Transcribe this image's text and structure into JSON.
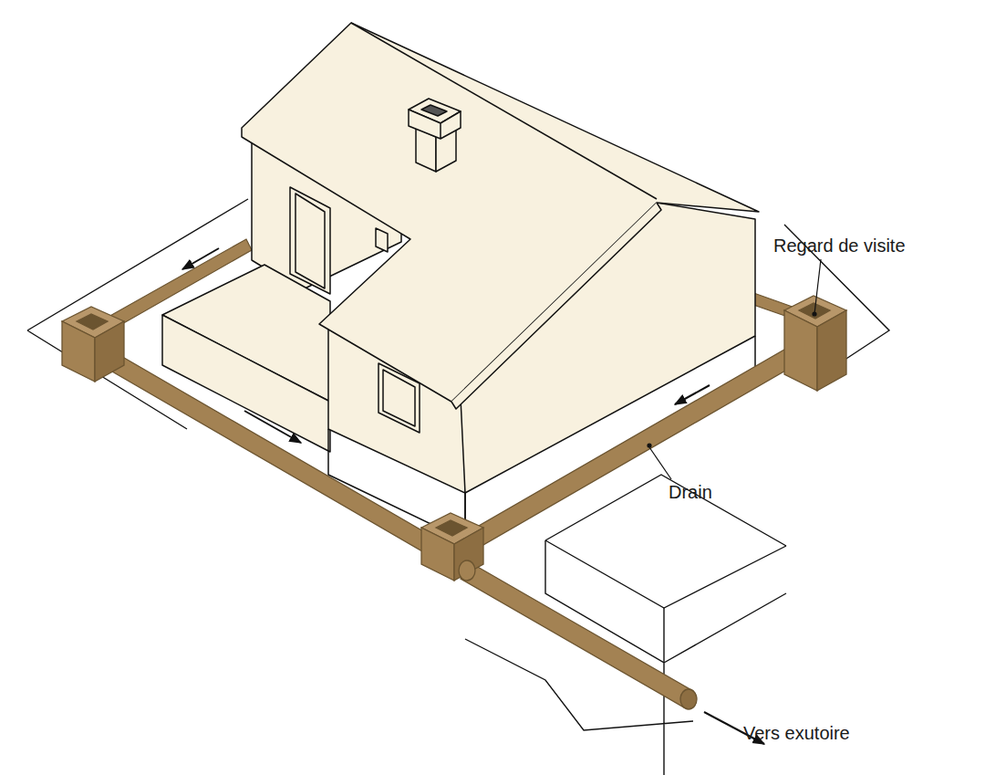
{
  "diagram": {
    "labels": [
      "Regard de visite",
      "Drain",
      "Vers exutoire"
    ]
  }
}
